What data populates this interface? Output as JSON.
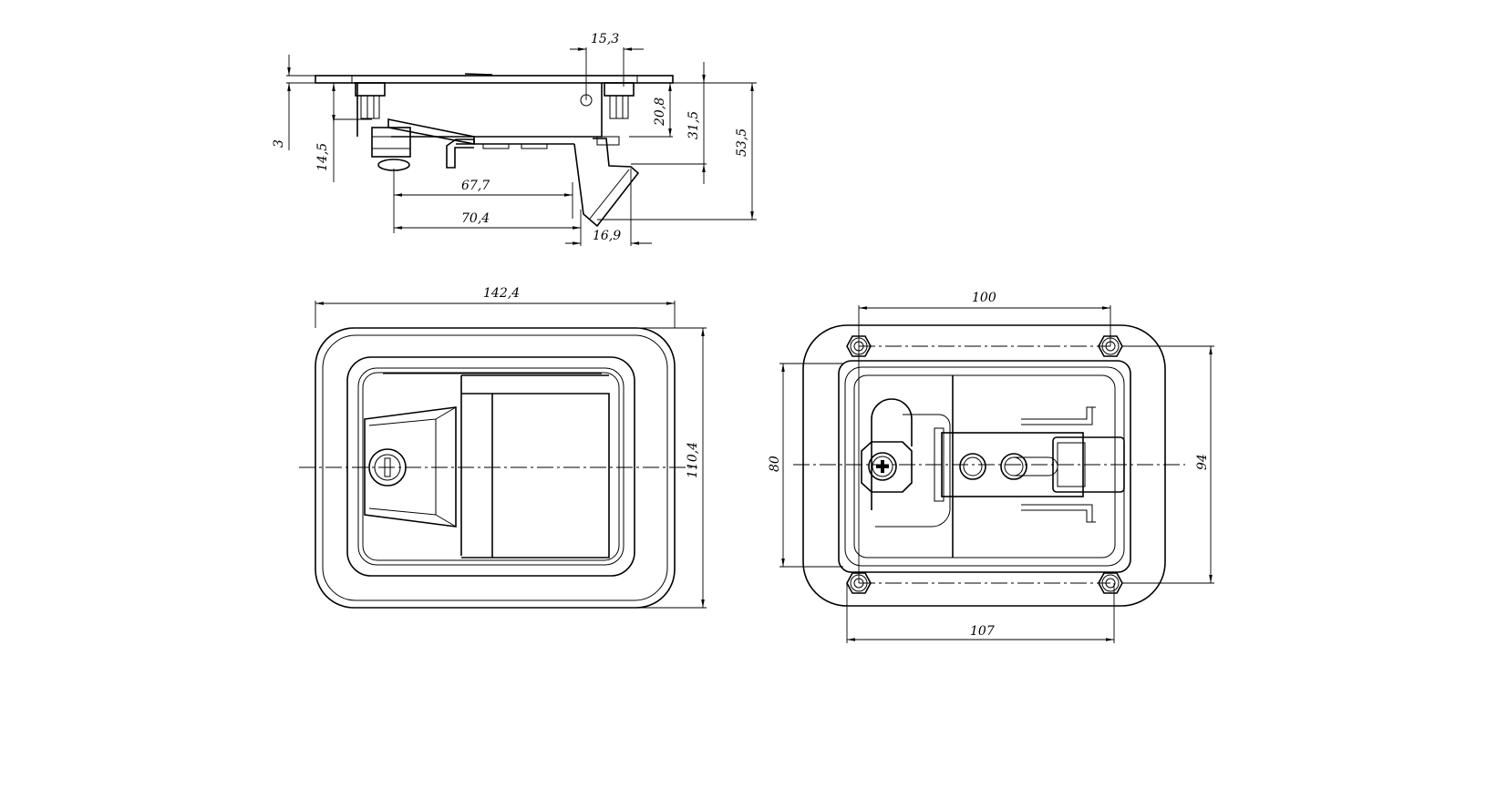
{
  "drawing": {
    "colors": {
      "line": "#000000",
      "background": "#ffffff"
    },
    "side_view": {
      "dimensions": {
        "d15_3": "15,3",
        "d3": "3",
        "d14_5": "14,5",
        "d20_8": "20,8",
        "d31_5": "31,5",
        "d53_5": "53,5",
        "d67_7": "67,7",
        "d70_4": "70,4",
        "d16_9": "16,9"
      }
    },
    "front_view": {
      "dimensions": {
        "width": "142,4",
        "height": "110,4"
      }
    },
    "rear_view": {
      "dimensions": {
        "bolt_spacing_top": "100",
        "inner_height": "80",
        "bolt_height": "94",
        "bolt_spacing_bottom": "107"
      }
    }
  }
}
